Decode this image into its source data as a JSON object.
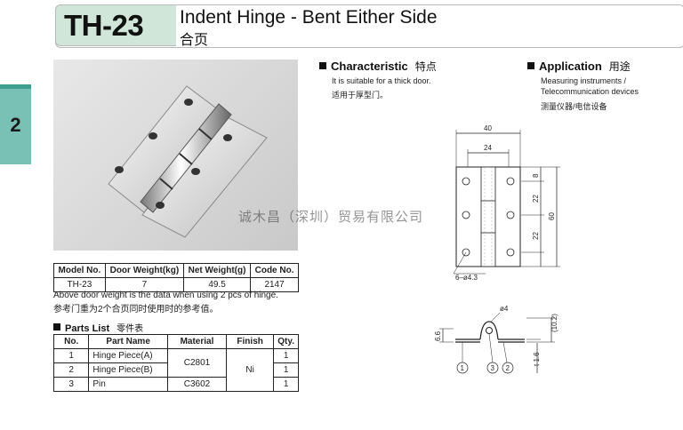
{
  "header": {
    "model": "TH-23",
    "title_en": "Indent Hinge - Bent Either Side",
    "title_zh": "合页"
  },
  "side_tab": {
    "number": "2"
  },
  "characteristic": {
    "title_en": "Characteristic",
    "title_zh": "特点",
    "text_en": "It is suitable for a thick door.",
    "text_zh": "适用于厚型门。"
  },
  "application": {
    "title_en": "Application",
    "title_zh": "用途",
    "text_en_1": "Measuring instruments /",
    "text_en_2": "Telecommunication devices",
    "text_zh": "测量仪器/电信设备"
  },
  "spec_table": {
    "headers": [
      "Model No.",
      "Door Weight(kg)",
      "Net Weight(g)",
      "Code No."
    ],
    "row": [
      "TH-23",
      "7",
      "49.5",
      "2147"
    ]
  },
  "notes": {
    "en": "Above door weight is the data when using 2 pcs of hinge.",
    "zh": "参考门重为2个合页同时使用时的参考值。"
  },
  "parts": {
    "title_en": "Parts List",
    "title_zh": "零件表",
    "headers": [
      "No.",
      "Part Name",
      "Material",
      "Finish",
      "Qty."
    ],
    "rows": [
      {
        "no": "1",
        "name": "Hinge Piece(A)",
        "qty": "1"
      },
      {
        "no": "2",
        "name": "Hinge Piece(B)",
        "qty": "1"
      },
      {
        "no": "3",
        "name": "Pin",
        "qty": "1"
      }
    ],
    "material_ab": "C2801",
    "material_pin": "C3602",
    "finish": "Ni"
  },
  "drawing": {
    "dim_40": "40",
    "dim_24": "24",
    "dim_8": "8",
    "dim_22a": "22",
    "dim_22b": "22",
    "dim_60": "60",
    "holes": "6–ø4.3",
    "dim_phi4": "ø4",
    "dim_102": "(10.2)",
    "dim_66": "6.6",
    "dim_t16": "t 1.6",
    "callout_1": "1",
    "callout_2": "2",
    "callout_3": "3"
  },
  "watermark": "诚木昌（深圳）贸易有限公司"
}
